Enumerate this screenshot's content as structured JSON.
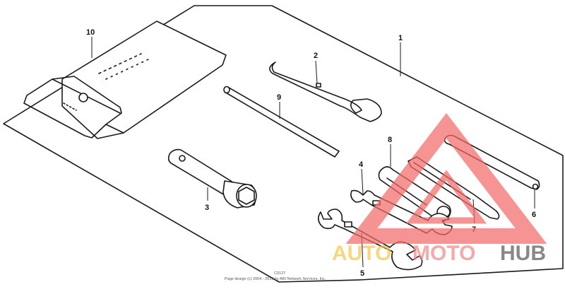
{
  "callouts": {
    "c1": "1",
    "c2": "2",
    "c3": "3",
    "c4": "4",
    "c5": "5",
    "c6": "6",
    "c7": "7",
    "c8": "8",
    "c9": "9",
    "c10": "10"
  },
  "footer": {
    "line1": "C0127",
    "line2": "Page design (c) 2004 - 2016 by ARI Network Services, Inc."
  },
  "watermark": {
    "part1": "AUTO",
    "part2": "MOTO",
    "part3": "HUB"
  },
  "colors": {
    "ink": "#1a1a1a",
    "watermark_triangle": "#f36b6b",
    "watermark_auto": "#f6c94b",
    "watermark_moto": "#f08a8a",
    "watermark_hub": "#5b5b5b"
  }
}
